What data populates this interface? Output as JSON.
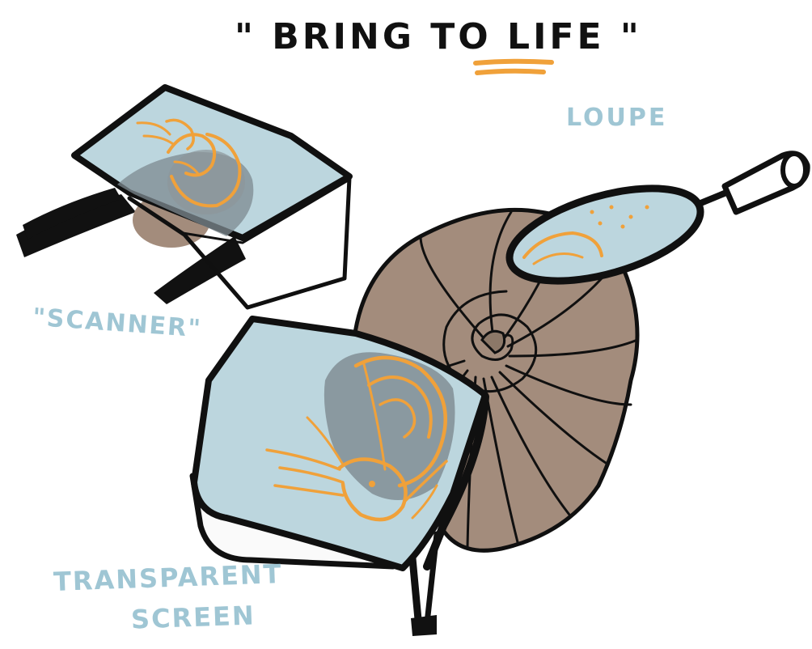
{
  "title": "\" BRING TO LIFE \"",
  "labels": {
    "loupe": "LOUPE",
    "scanner": "\"SCANNER\"",
    "transparent_screen_line1": "TRANSPARENT",
    "transparent_screen_line2": "SCREEN"
  },
  "colors": {
    "ink": "#101010",
    "annotation_blue": "#9fc6d4",
    "highlight_orange": "#f0a13a",
    "shell_brown": "#a38c7c",
    "glass_blue": "#bcd6de",
    "shadow_grey": "#8d969a"
  },
  "icons": [
    "scanner-device",
    "magnifying-loupe",
    "nautilus-shell",
    "transparent-screen"
  ]
}
